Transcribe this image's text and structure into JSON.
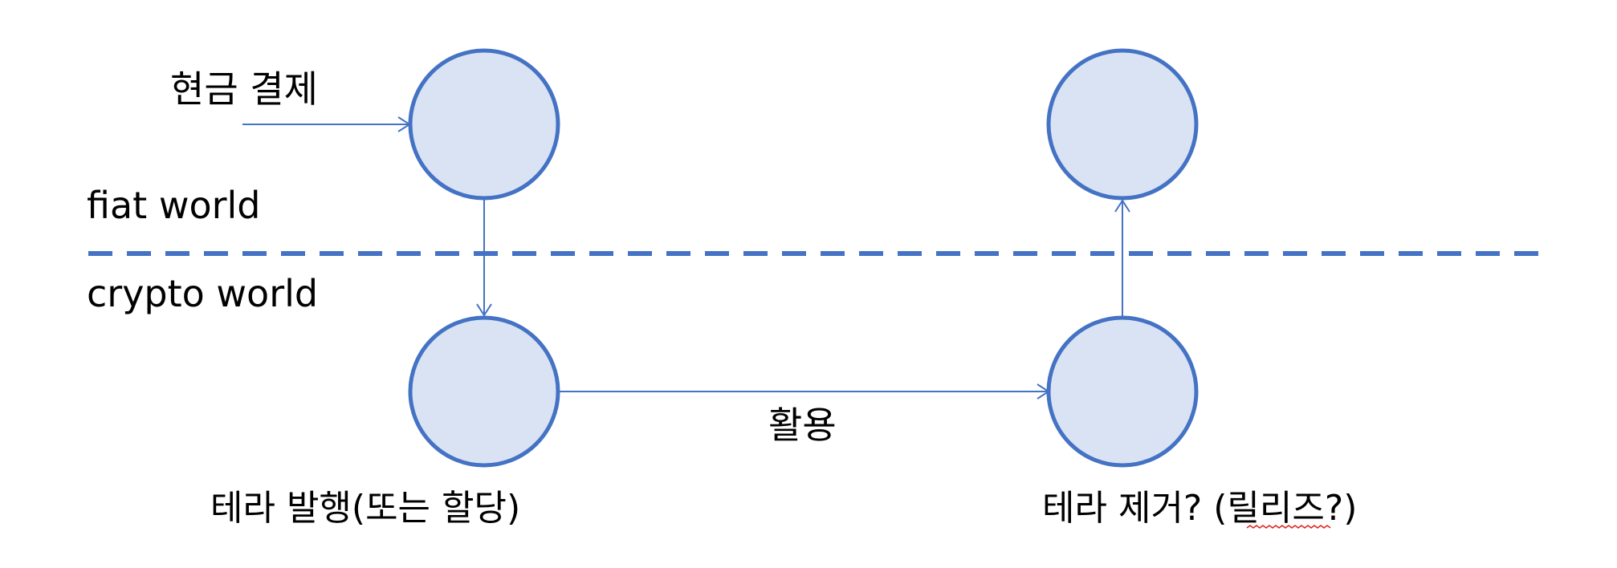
{
  "colors": {
    "node_fill": "#dae3f3",
    "node_stroke": "#4472c4",
    "edge": "#4472c4",
    "divider": "#4472c4",
    "text": "#000000",
    "spellcheck_underline": "#e0201a"
  },
  "regions": {
    "upper": "fiat world",
    "lower": "crypto world"
  },
  "edges": {
    "cash_payment": "현금 결제",
    "utilize": "활용"
  },
  "nodes": {
    "issue": "테라 발행(또는 할당)",
    "remove_prefix": "테라 제거? (",
    "remove_flagged": "릴리즈",
    "remove_suffix": "?)"
  }
}
